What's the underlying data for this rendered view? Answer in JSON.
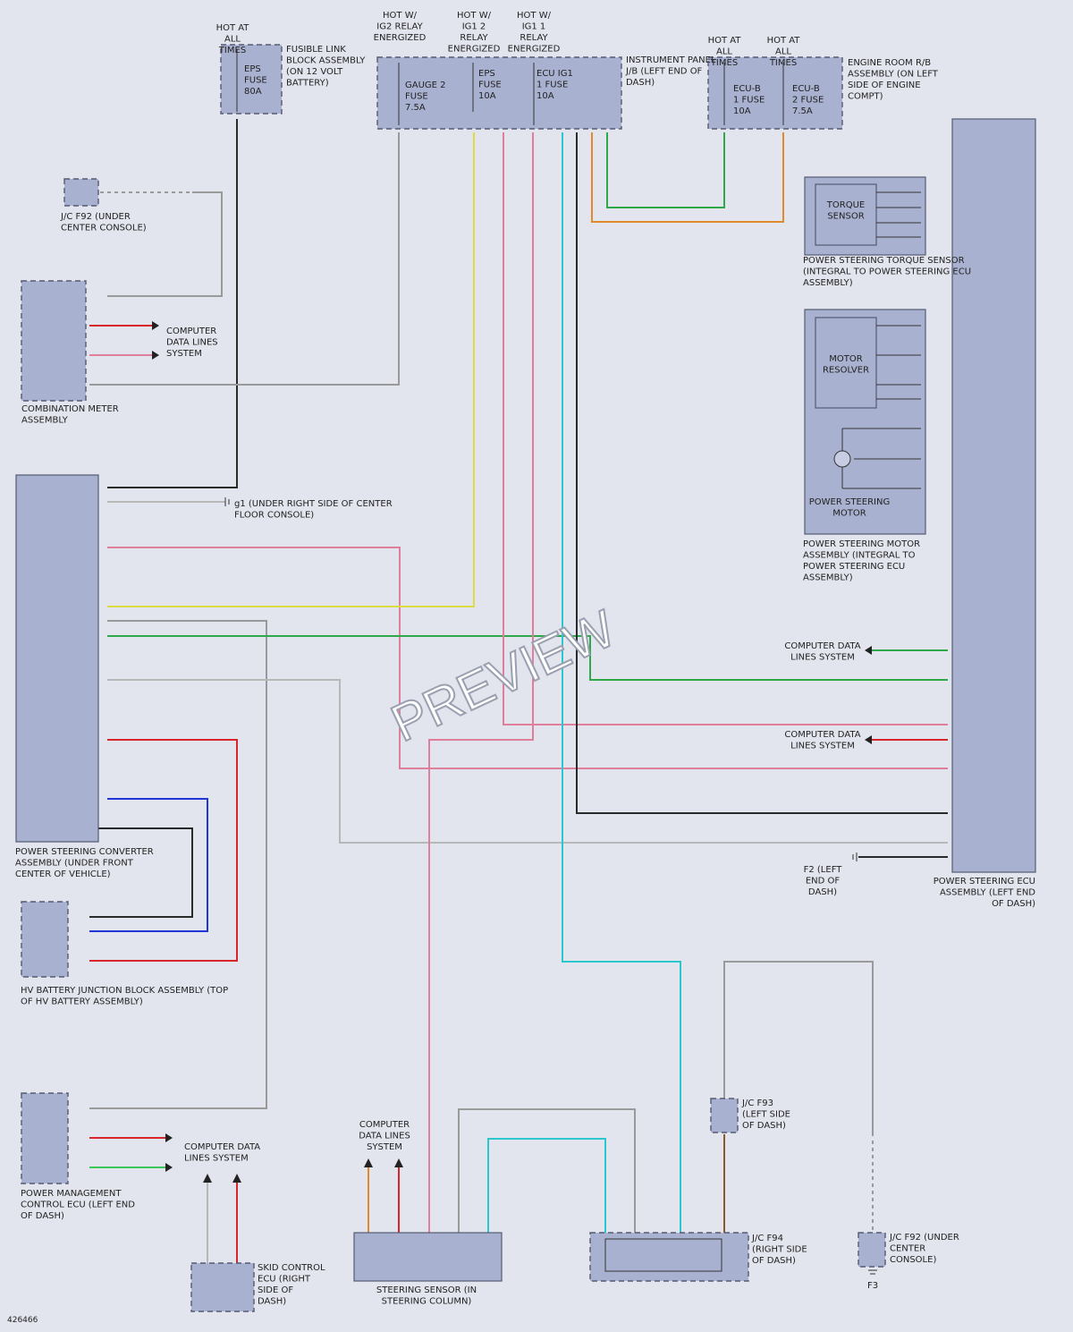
{
  "diagram_id": "426466",
  "watermark": "PREVIEW",
  "power": {
    "hot_at_all_times": "HOT AT ALL TIMES",
    "hot_ig2": "HOT W/ IG2 RELAY ENERGIZED",
    "hot_ig12": "HOT W/ IG1 2 RELAY ENERGIZED",
    "hot_ig11": "HOT W/ IG1 1 RELAY ENERGIZED"
  },
  "components": {
    "fusible_link": "FUSIBLE LINK BLOCK ASSEMBLY (ON 12 VOLT BATTERY)",
    "eps_fuse_80": "EPS FUSE 80A",
    "instrument_panel_jb": "INSTRUMENT PANEL J/B (LEFT END OF DASH)",
    "gauge2": "GAUGE 2 FUSE 7.5A",
    "eps_fuse_10": "EPS FUSE 10A",
    "ecu_ig11": "ECU IG1 1 FUSE 10A",
    "engine_room_rb": "ENGINE ROOM R/B ASSEMBLY (ON LEFT SIDE OF ENGINE COMPT)",
    "ecu_b1": "ECU-B 1 FUSE 10A",
    "ecu_b2": "ECU-B 2 FUSE 7.5A",
    "jc_f92_top": "J/C F92 (UNDER CENTER CONSOLE)",
    "combination_meter": "COMBINATION METER ASSEMBLY",
    "computer_data_lines": "COMPUTER DATA LINES SYSTEM",
    "ps_converter": "POWER STEERING CONVERTER ASSEMBLY (UNDER FRONT CENTER OF VEHICLE)",
    "g1": "g1 (UNDER RIGHT SIDE OF CENTER FLOOR CONSOLE)",
    "hv_battery": "HV BATTERY JUNCTION BLOCK ASSEMBLY (TOP OF HV BATTERY ASSEMBLY)",
    "torque_sensor": "TORQUE SENSOR",
    "torque_sensor_desc": "POWER STEERING TORQUE SENSOR (INTEGRAL TO POWER STEERING ECU ASSEMBLY)",
    "motor_resolver": "MOTOR RESOLVER",
    "ps_motor": "POWER STEERING MOTOR",
    "ps_motor_desc": "POWER STEERING MOTOR ASSEMBLY (INTEGRAL TO POWER STEERING ECU ASSEMBLY)",
    "ps_ecu": "POWER STEERING ECU ASSEMBLY (LEFT END OF DASH)",
    "f2": "F2 (LEFT END OF DASH)",
    "pm_ecu": "POWER MANAGEMENT CONTROL ECU (LEFT END OF DASH)",
    "skid_ecu": "SKID CONTROL ECU (RIGHT SIDE OF DASH)",
    "steering_sensor": "STEERING SENSOR (IN STEERING COLUMN)",
    "jc_f93": "J/C F93 (LEFT SIDE OF DASH)",
    "jc_f94": "J/C F94 (RIGHT SIDE OF DASH)",
    "jc_f92_bottom": "J/C F92 (UNDER CENTER CONSOLE)",
    "f3": "F3"
  },
  "wire_colors": {
    "RED": "#d9262b",
    "PNK": "#e07f9c",
    "YEL": "#dcdc43",
    "GRY": "#9a9a9a",
    "GRN": "#2fa84a",
    "LTBLU": "#2cc6cf",
    "BLK": "#2a2a2a",
    "WHT": "#b8b8b8",
    "ORG": "#e08a2b",
    "BLU": "#2236d6",
    "LTGRN": "#3ac85a",
    "BRN": "#8b5a2b",
    "WHTBLK": "#8a8a8a"
  }
}
